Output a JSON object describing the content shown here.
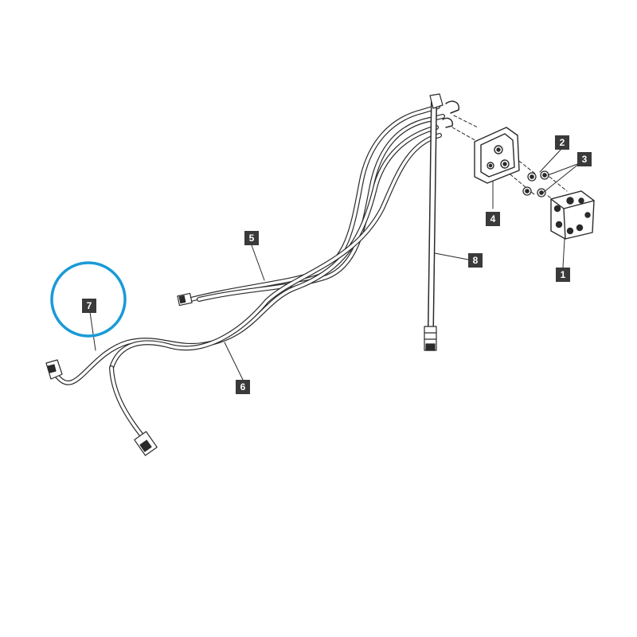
{
  "callouts": {
    "c1": "1",
    "c2": "2",
    "c3": "3",
    "c4": "4",
    "c5": "5",
    "c6": "6",
    "c7": "7",
    "c8": "8"
  },
  "highlight": {
    "target": "7",
    "color": "#1a9ad6"
  },
  "colors": {
    "line": "#2a2a2a",
    "label_bg": "#3a3a3a",
    "label_text": "#ffffff"
  }
}
